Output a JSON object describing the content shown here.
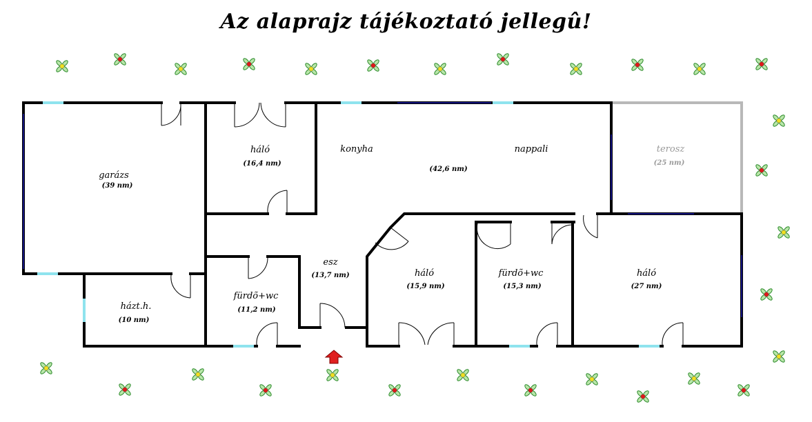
{
  "title": "Az alaprajz tájékoztató jellegû!",
  "rooms": {
    "garage": {
      "name": "garázs",
      "area": "(39 nm)"
    },
    "bedroom_top": {
      "name": "háló",
      "area": "(16,4 nm)"
    },
    "kitchen": {
      "name": "konyha"
    },
    "living": {
      "name": "nappali",
      "area": "(42,6 nm)"
    },
    "terrace": {
      "name": "terosz",
      "area": "(25 nm)"
    },
    "utility": {
      "name": "házt.h.",
      "area": "(10 nm)"
    },
    "bath_left": {
      "name": "fürdõ+wc",
      "area": "(11,2 nm)"
    },
    "hall": {
      "name": "esz",
      "area": "(13,7 nm)"
    },
    "bedroom_mid": {
      "name": "háló",
      "area": "(15,9 nm)"
    },
    "bath_right": {
      "name": "fürdõ+wc",
      "area": "(15,3 nm)"
    },
    "bedroom_right": {
      "name": "háló",
      "area": "(27 nm)"
    }
  },
  "colors": {
    "wall": "#000000",
    "terrace_wall": "#b8b8b8",
    "window_glass": "#8fe3ee",
    "window_frame": "#1a1aa8",
    "entrance_arrow": "#e02020",
    "flower_center_red": "#e01818",
    "flower_center_yellow": "#f0e020",
    "flower_leaf": "#2e8b2e"
  },
  "icons": {
    "entrance": "entrance-arrow-icon",
    "decoration": "flower-icon"
  }
}
